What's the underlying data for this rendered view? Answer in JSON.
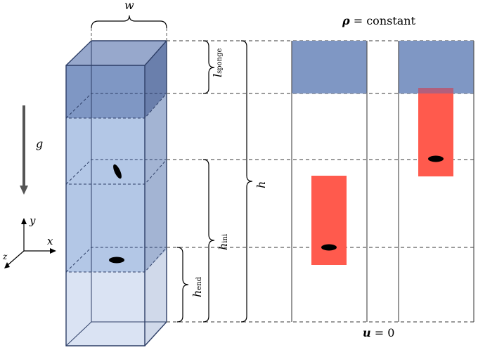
{
  "labels": {
    "w": "w",
    "g": "g",
    "l": "l",
    "l_sub": "sponge",
    "h": "h",
    "h_ini": "h",
    "h_ini_sub": "ini",
    "h_end": "h",
    "h_end_sub": "end",
    "rho_sym": "ρ",
    "rho_rest": " = constant",
    "u_sym": "u",
    "u_rest": " = 0",
    "axis_x": "x",
    "axis_y": "y",
    "axis_z": "z"
  },
  "colors": {
    "sponge_fill": "#7f97c4",
    "column_fill": "#b3c7e6",
    "column_light": "#dae3f3",
    "edge": "#2d3e66",
    "highlight": "#ff5a4d",
    "dashed": "#7a7a7a",
    "particle": "#000000"
  }
}
